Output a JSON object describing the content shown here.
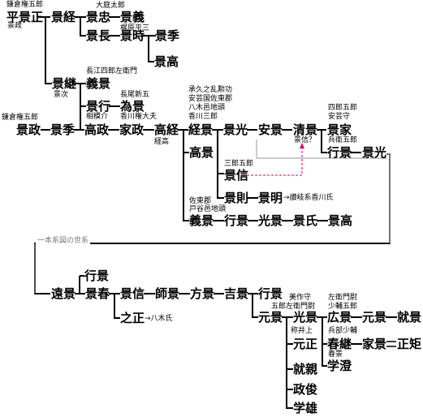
{
  "nodes": {
    "taira_kagemasa": "平景正",
    "kageyoshi_keisei": "景経",
    "kagetada": "景忠",
    "kageyoshi": "景義",
    "kagenaga": "景長",
    "kagetoki": "景時",
    "kagesue": "景季",
    "kagetaka1": "景高",
    "kagetsugu": "景継",
    "yoshikage1": "義景",
    "kageyuki": "景行",
    "tamekage": "為景",
    "kagemasa2": "景政",
    "kagesue2": "景季",
    "takamasa": "高政",
    "iemasa": "家政",
    "takatsune": "高経",
    "kagetsune": "経景",
    "kagemitsu1": "景光",
    "yasukage": "安景",
    "kiyokage": "清景",
    "kageie": "景家",
    "yukikage1": "行景",
    "kagemitsu2": "景光",
    "takakage": "高景",
    "kagenobu1": "景信",
    "kagenori": "景則",
    "kageaki": "景明",
    "yoshikage2": "義景",
    "yukikage2": "行景",
    "mitsukage": "光景",
    "kageuji": "景氏",
    "kagetaka2": "景高",
    "yukikage3": "行景",
    "tookage": "遠景",
    "keiharu": "景春",
    "kagenobu2": "景信",
    "morokage": "師景",
    "katakage": "方景",
    "yoshikage3": "吉景",
    "yukikage4": "行景",
    "motokage": "元景",
    "koremasa": "之正",
    "mitsukage2": "光景",
    "hirokage": "広景",
    "motokage2": "元景",
    "narikage": "就景",
    "motomasa": "元正",
    "harutsugu": "春継",
    "iekage": "家景",
    "masamichi": "正矩",
    "narichika": "就親",
    "gakucho": "学澄",
    "masatoshi": "政俊",
    "gakuyu": "学雄"
  },
  "notes": {
    "kamakura_gongoro": "鎌倉権五郎",
    "keisei_note": "景政",
    "oniwa_taro": "大庭太郎",
    "kajiwara_heizo": "梶原平三",
    "nagae_shirou": "長江四郎左衛門",
    "keiji_note": "景次",
    "nagao_shinroku": "長尾新五",
    "kamakura_gongoro2": "鎌倉権五郎",
    "sagami_suke": "相模介",
    "kagawa_gon": "香川権大夫",
    "jokyu": "承久之乱勲功",
    "aki_sato": "安芸国佐東郡",
    "yagi_jito": "八木邑地頭",
    "kagawa_saburo": "香川三郎",
    "takatsune_note": "経高",
    "shirou_goro": "四郎五郎",
    "aki_kami": "安芸守",
    "hyoe_goro": "兵衛五郎",
    "kiyokage_note": "景信？",
    "saburo_goro": "三郎五郎",
    "sanuki_arrow": "→讃岐系香川氏",
    "sato_gun": "佐東郡",
    "tonoharu": "戸谷邑地頭",
    "ichiban_title": "一本系図の世系",
    "yagi_arrow": "→八木氏",
    "mimasaka_kami": "美作守",
    "goro_saemon": "五郎左衛門尉",
    "saemon_jo": "左衛門尉",
    "shosuke_goro": "少輔五郎",
    "yasui": "称井上",
    "hyobu_shosuke": "兵部少輔",
    "harutsugu_note": "春景"
  },
  "colors": {
    "line": "#000000",
    "gray_line": "#9a9a9a",
    "dashed": "#e0007a"
  }
}
